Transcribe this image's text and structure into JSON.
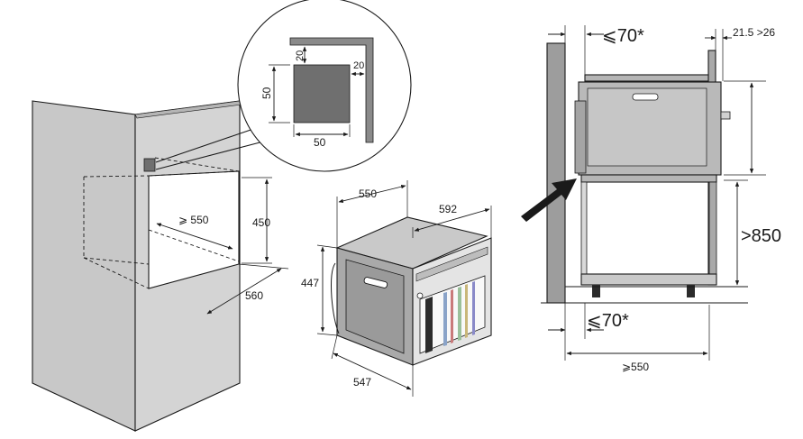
{
  "cabinet": {
    "opening_width": "⩾ 550",
    "opening_height": "450",
    "opening_depth": "560"
  },
  "zoom_detail": {
    "notch_width": "50",
    "notch_height": "50",
    "offset_top": "20",
    "offset_side": "20"
  },
  "appliance": {
    "depth": "550",
    "width": "592",
    "height": "447",
    "body_depth": "547"
  },
  "side_view": {
    "top_clearance": "⩽70*",
    "rear_gap": "21.5 >26",
    "floor_height": ">850",
    "bottom_clearance": "⩽70*",
    "min_depth": "⩾550"
  },
  "colors": {
    "cabinet_gray": "#c8c8c8",
    "cabinet_dark": "#a9a9a9",
    "outline": "#1a1a1a",
    "arrow": "#1a1a1a"
  }
}
